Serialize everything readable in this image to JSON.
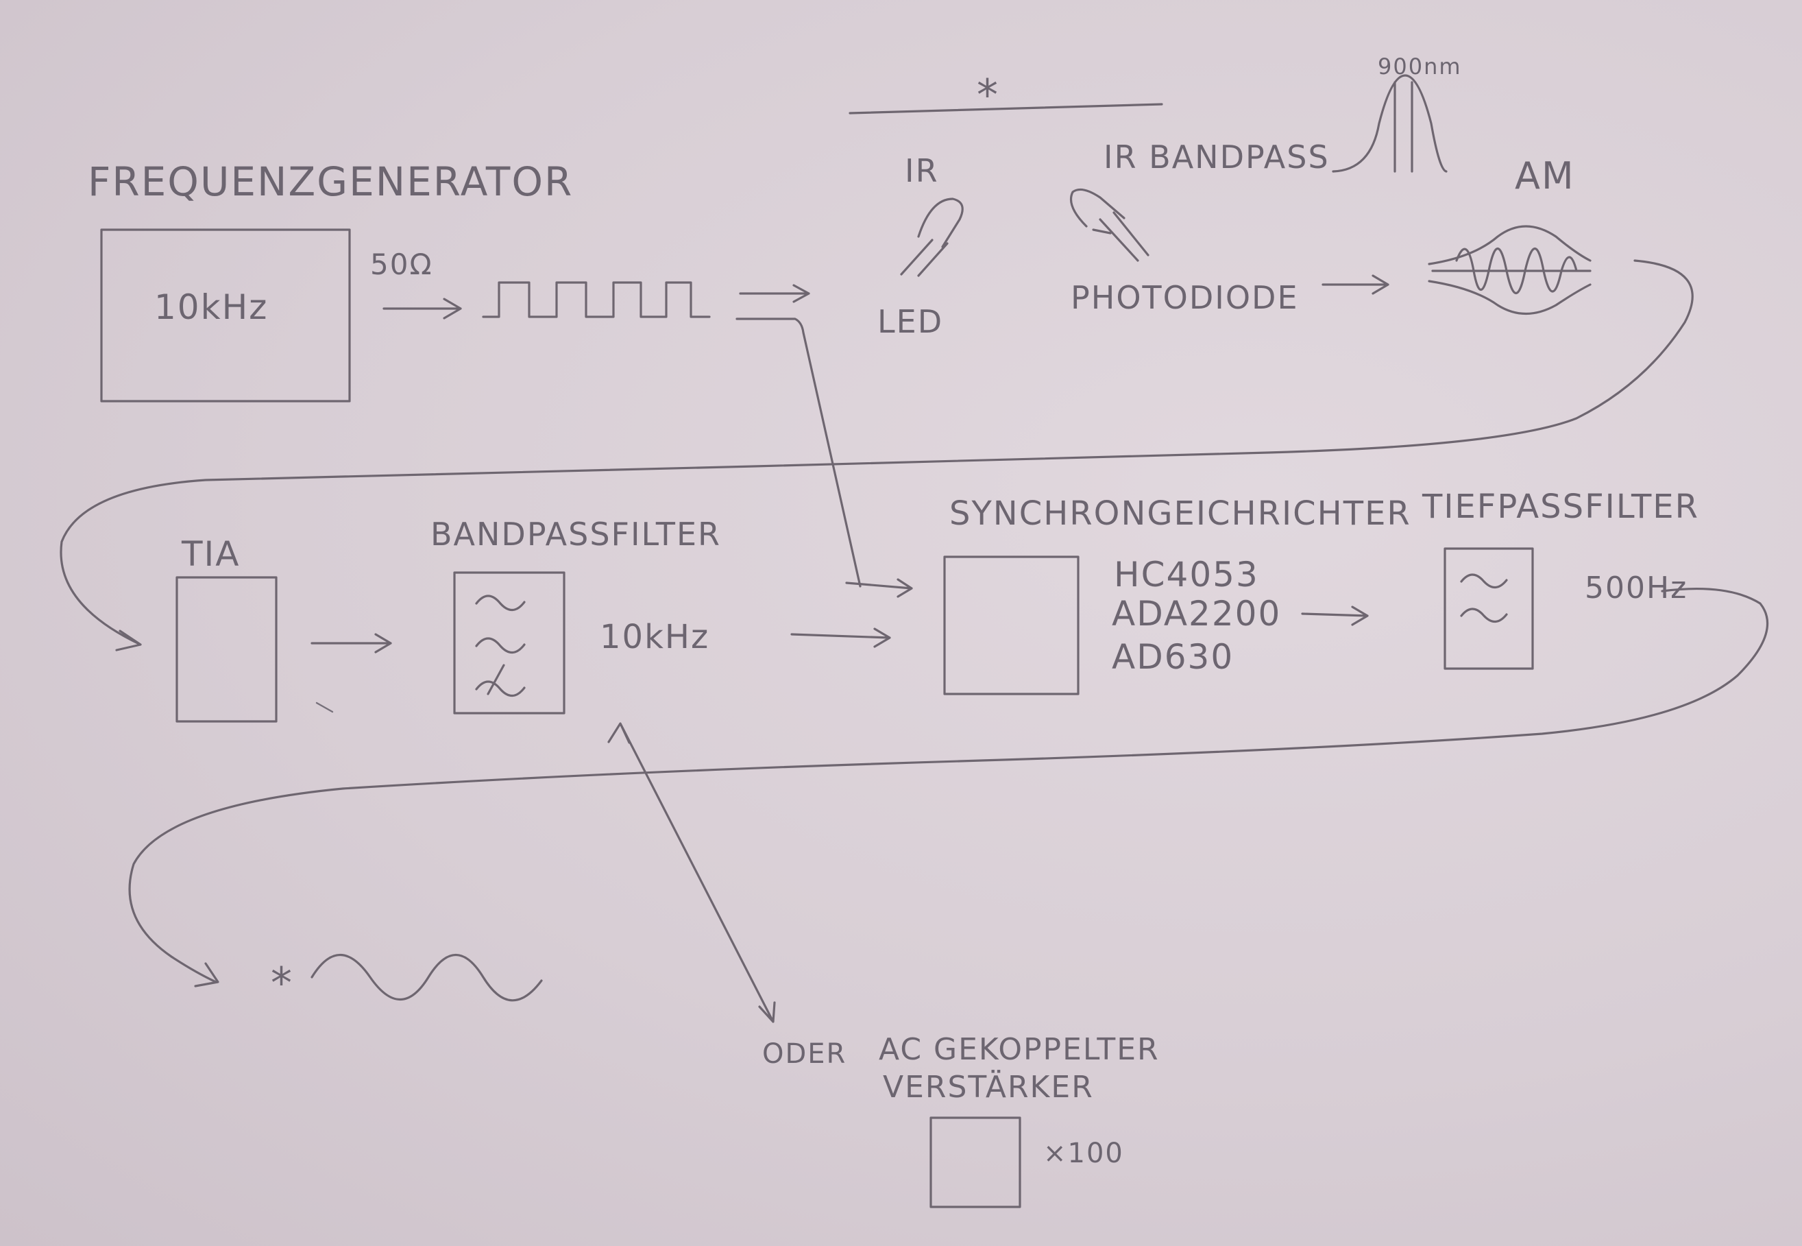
{
  "labels": {
    "freq_generator": "FREQUENZGENERATOR",
    "freq_value": "10kHz",
    "impedance": "50Ω",
    "ir_led_top": "IR",
    "led": "LED",
    "ir_bandpass": "IR BANDPASS",
    "wavelength": "900nm",
    "photodiode": "PHOTODIODE",
    "am": "AM",
    "star_top": "*",
    "tia": "TIA",
    "bandpass_filter": "BANDPASSFILTER",
    "bandpass_freq": "10kHz",
    "sync_rectifier": "SYNCHRONGEICHRICHTER",
    "chip1": "HC4053",
    "chip2": "ADA2200",
    "chip3": "AD630",
    "lowpass_filter": "TIEFPASSFILTER",
    "lowpass_freq": "500Hz",
    "star_bottom": "*",
    "oder": "ODER",
    "ac_amp_line1": "AC GEKOPPELTER",
    "ac_amp_line2": "VERSTÄRKER",
    "gain": "×100"
  },
  "colors": {
    "paper": "#d9cfd6",
    "pencil": "#6e6670"
  }
}
